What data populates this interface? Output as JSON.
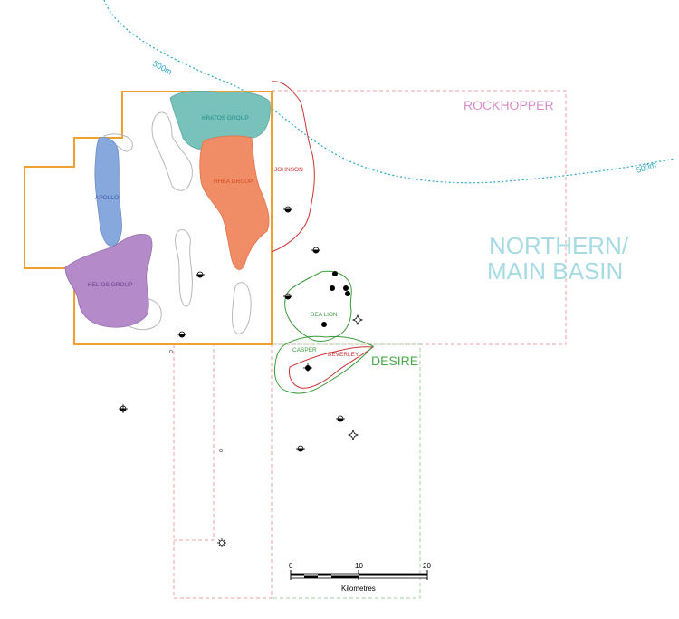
{
  "colors": {
    "orange": "#f0a030",
    "pink_dashed": "#e8a0a0",
    "green_dashed": "#a0cfa0",
    "sea_lion": "#3a9a3a",
    "red": "#cc3333",
    "kratos": "#79c2bc",
    "rhea": "#f08d66",
    "apollo": "#86a8dc",
    "helios": "#b48ac9",
    "bathy": "#2aa6c6",
    "grey_outline": "#b8b8b8",
    "rockhopper": "#d68cc8",
    "basin": "#a7dbe4",
    "desire": "#4aa84a"
  },
  "labels": {
    "bathy_left": "500m",
    "bathy_right": "500m",
    "rockhopper": "ROCKHOPPER",
    "northern_1": "NORTHERN/",
    "northern_2": "MAIN BASIN",
    "kratos": "KRATOS GROUP",
    "rhea": "RHEA GROUP",
    "apollo": "APOLLO",
    "helios": "HELIOS GROUP",
    "johnson": "JOHNSON",
    "sea_lion": "SEA LION",
    "casper": "CASPER",
    "beverley": "BEVERLEY",
    "desire": "DESIRE"
  },
  "scale_bar": {
    "ticks": [
      "0",
      "10",
      "20"
    ],
    "unit": "Kilometres"
  },
  "well_symbols": [
    "oil-well",
    "oil-and-gas-show-well",
    "dry-well",
    "gas-well",
    "abandoned-location"
  ]
}
